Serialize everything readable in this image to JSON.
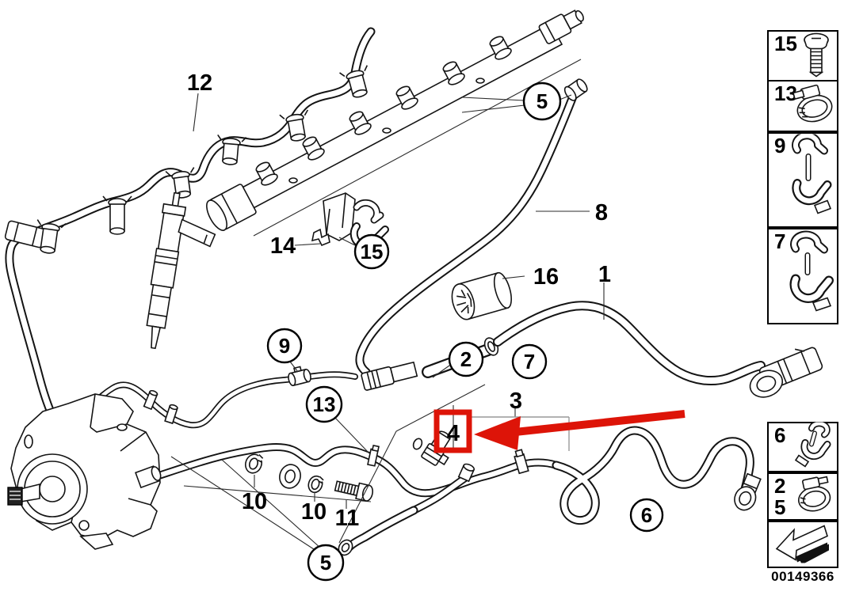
{
  "window": {
    "background": "#ffffff"
  },
  "diagram": {
    "description": "fuel-lines-and-injection-parts-exploded-diagram",
    "callouts_plain": {
      "c12": "12",
      "c8": "8",
      "c14": "14",
      "c16": "16",
      "c1": "1",
      "c3": "3",
      "c10a": "10",
      "c10b": "10",
      "c11": "11"
    },
    "callouts_circled": {
      "c5_top": "5",
      "c15": "15",
      "c9": "9",
      "c2": "2",
      "c7": "7",
      "c13": "13",
      "c5_bottom": "5",
      "c6": "6"
    },
    "highlight": {
      "label": "4",
      "box_color": "#dd1408",
      "arrow_color": "#dd1408"
    }
  },
  "sidebar": {
    "top_boxes": [
      {
        "label": "15",
        "icon": "screw-icon"
      },
      {
        "label": "13",
        "icon": "hose-clamp-icon"
      },
      {
        "label": "9",
        "icon": "double-cable-clip-icon"
      },
      {
        "label": "7",
        "icon": "cable-clip-icon"
      }
    ],
    "bottom_boxes": [
      {
        "label": "6",
        "icon": "spring-clip-icon"
      },
      {
        "label_a": "2",
        "label_b": "5",
        "icon": "hose-clamp-icon"
      },
      {
        "icon": "direction-arrow-icon"
      }
    ],
    "image_code": "00149366"
  }
}
